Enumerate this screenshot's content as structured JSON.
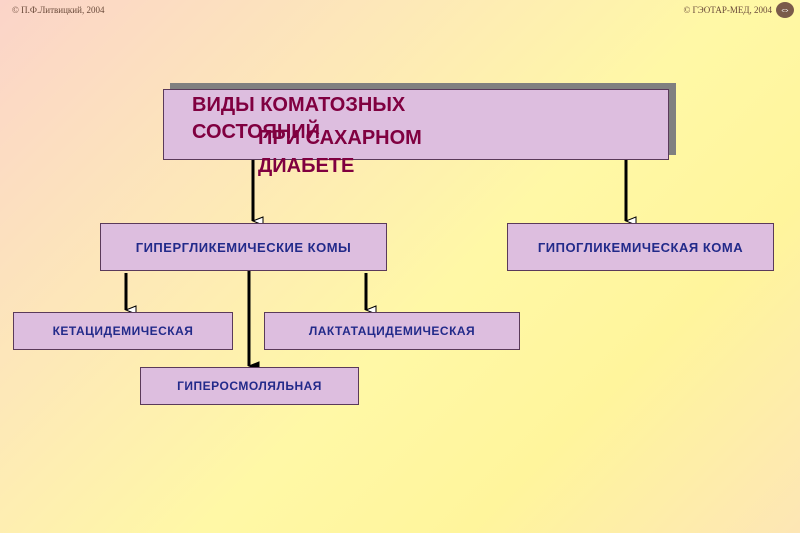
{
  "header": {
    "copyright_left": "© П.Ф.Литвицкий, 2004",
    "copyright_right": "© ГЭОТАР-МЕД, 2004",
    "nav_icon": "arrows-icon"
  },
  "title": {
    "line1": "ВИДЫ   КОМАТОЗНЫХ",
    "line2": "СОСТОЯНИЙ",
    "line3": "ПРИ  САХАРНОМ",
    "line4": "ДИАБЕТЕ"
  },
  "nodes": {
    "hyperglycemic": "ГИПЕРГЛИКЕМИЧЕСКИЕ КОМЫ",
    "hypoglycemic": "ГИПОГЛИКЕМИЧЕСКАЯ КОМА",
    "ketoacidemic": "КЕТАЦИДЕМИЧЕСКАЯ",
    "lactate": "ЛАКТАТАЦИДЕМИЧЕСКАЯ",
    "hyperosmolar": "ГИПЕРОСМОЛЯЛЬНАЯ"
  },
  "colors": {
    "box_fill": "#ddbedf",
    "title_text": "#800040",
    "node_text": "#222a8a"
  }
}
